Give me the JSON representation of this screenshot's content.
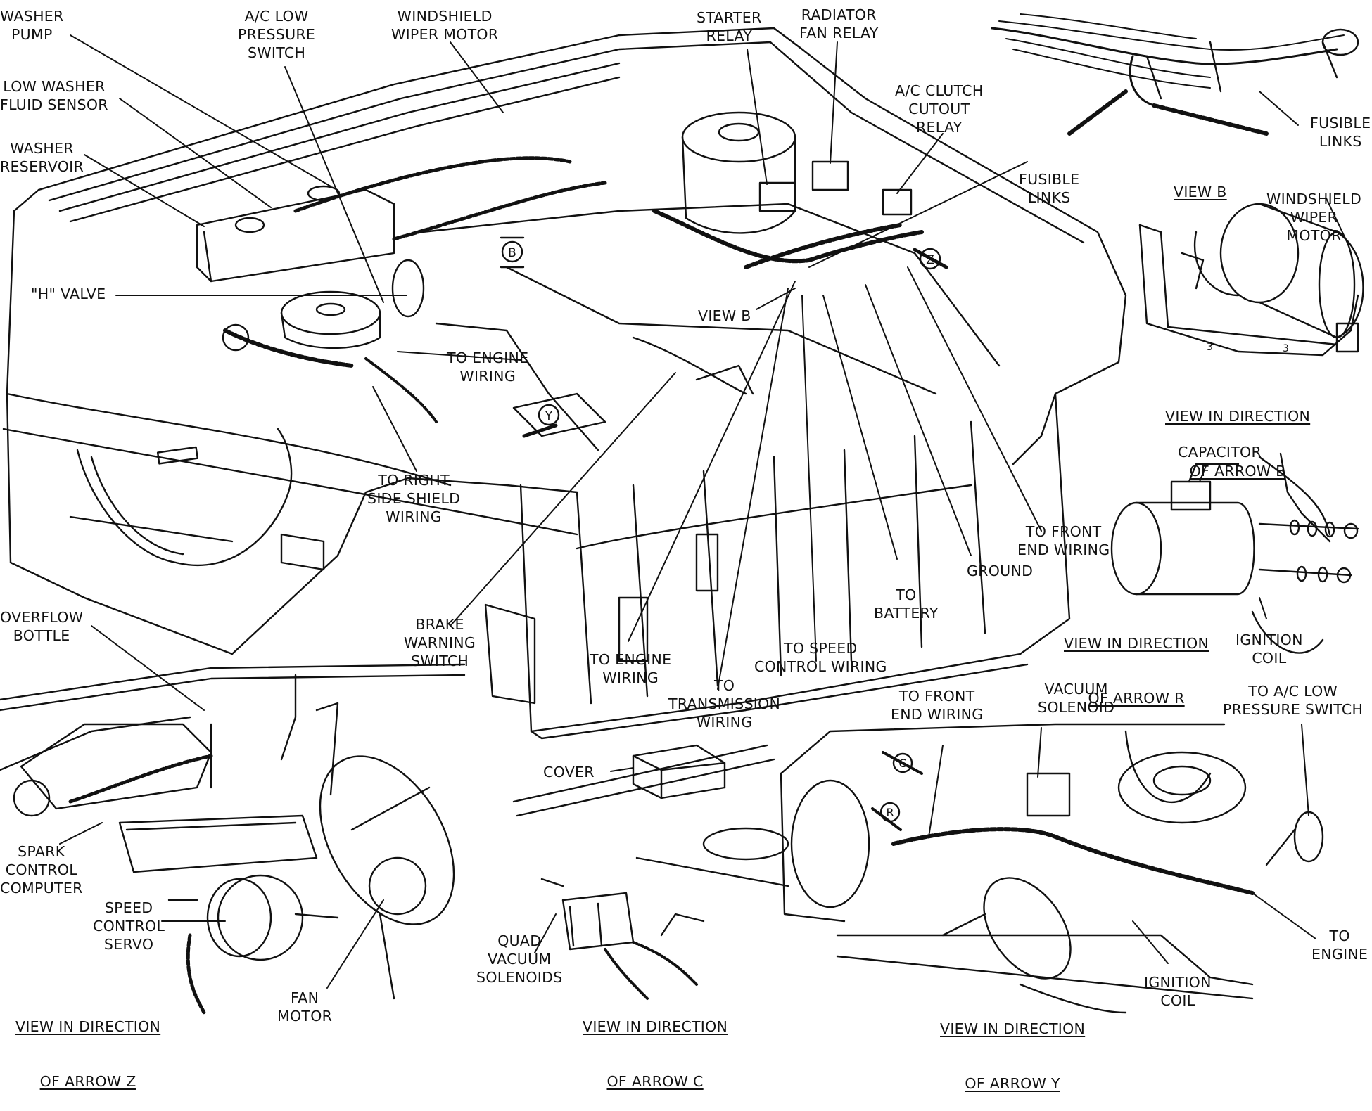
{
  "labels": {
    "washer_pump": "WASHER\nPUMP",
    "ac_low_pressure_switch": "A/C LOW\nPRESSURE\nSWITCH",
    "windshield_wiper_motor": "WINDSHIELD\nWIPER MOTOR",
    "starter_relay": "STARTER\nRELAY",
    "radiator_fan_relay": "RADIATOR\nFAN RELAY",
    "low_washer_fluid_sensor": "LOW WASHER\nFLUID SENSOR",
    "washer_reservoir": "WASHER\nRESERVOIR",
    "ac_clutch_cutout_relay": "A/C CLUTCH\nCUTOUT\nRELAY",
    "fusible_links_main": "FUSIBLE\nLINKS",
    "h_valve": "\"H\" VALVE",
    "view_b_pointer": "VIEW B",
    "to_engine_wiring_upper": "TO ENGINE\nWIRING",
    "to_right_side_shield_wiring": "TO RIGHT\nSIDE SHIELD\nWIRING",
    "brake_warning_switch": "BRAKE\nWARNING\nSWITCH",
    "to_engine_wiring_lower": "TO ENGINE\nWIRING",
    "to_transmission_wiring": "TO\nTRANSMISSION\nWIRING",
    "to_speed_control_wiring": "TO SPEED\nCONTROL WIRING",
    "to_battery": "TO\nBATTERY",
    "ground": "GROUND",
    "to_front_end_wiring_main": "TO FRONT\nEND WIRING",
    "fusible_links_view_b": "FUSIBLE\nLINKS",
    "windshield_wiper_motor_side": "WINDSHIELD\nWIPER\nMOTOR",
    "capacitor": "CAPACITOR",
    "ignition_coil_r": "IGNITION\nCOIL",
    "overflow_bottle": "OVERFLOW\nBOTTLE",
    "spark_control_computer": "SPARK\nCONTROL\nCOMPUTER",
    "speed_control_servo": "SPEED\nCONTROL\nSERVO",
    "fan_motor": "FAN\nMOTOR",
    "cover": "COVER",
    "quad_vacuum_solenoids": "QUAD\nVACUUM\nSOLENOIDS",
    "to_front_end_wiring_y": "TO FRONT\nEND WIRING",
    "vacuum_solenoid": "VACUUM\nSOLENOID",
    "to_ac_low_pressure_switch": "TO A/C LOW\nPRESSURE SWITCH",
    "to_engine_y": "TO\nENGINE",
    "ignition_coil_y": "IGNITION\nCOIL"
  },
  "captions": {
    "view_b": [
      "VIEW B"
    ],
    "view_arrow_b": [
      "VIEW IN DIRECTION",
      "OF ARROW B"
    ],
    "view_arrow_r": [
      "VIEW IN DIRECTION",
      "OF ARROW R"
    ],
    "view_arrow_z": [
      "VIEW IN DIRECTION",
      "OF ARROW Z"
    ],
    "view_arrow_c": [
      "VIEW IN DIRECTION",
      "OF ARROW C"
    ],
    "view_arrow_y": [
      "VIEW IN DIRECTION",
      "OF ARROW Y"
    ]
  },
  "arrow_letters": {
    "b": "B",
    "z": "Z",
    "y": "Y",
    "c": "C",
    "r": "R"
  }
}
